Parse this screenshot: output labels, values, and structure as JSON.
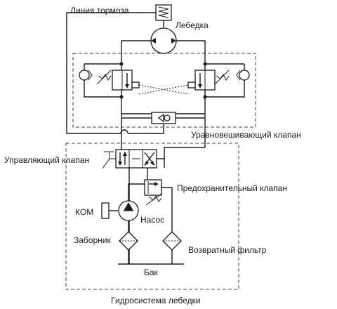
{
  "labels": {
    "brake_line": "Линия тормоза",
    "winch": "Лебедка",
    "counterbalance_valve": "Уравновешивающий клапан",
    "control_valve": "Управляющий клапан",
    "relief_valve": "Предохранительный клапан",
    "pto": "КОМ",
    "pump": "Насос",
    "intake": "Заборник",
    "return_filter": "Возвратный фильтр",
    "tank": "Бак",
    "system_caption": "Гидросистема лебедки"
  }
}
